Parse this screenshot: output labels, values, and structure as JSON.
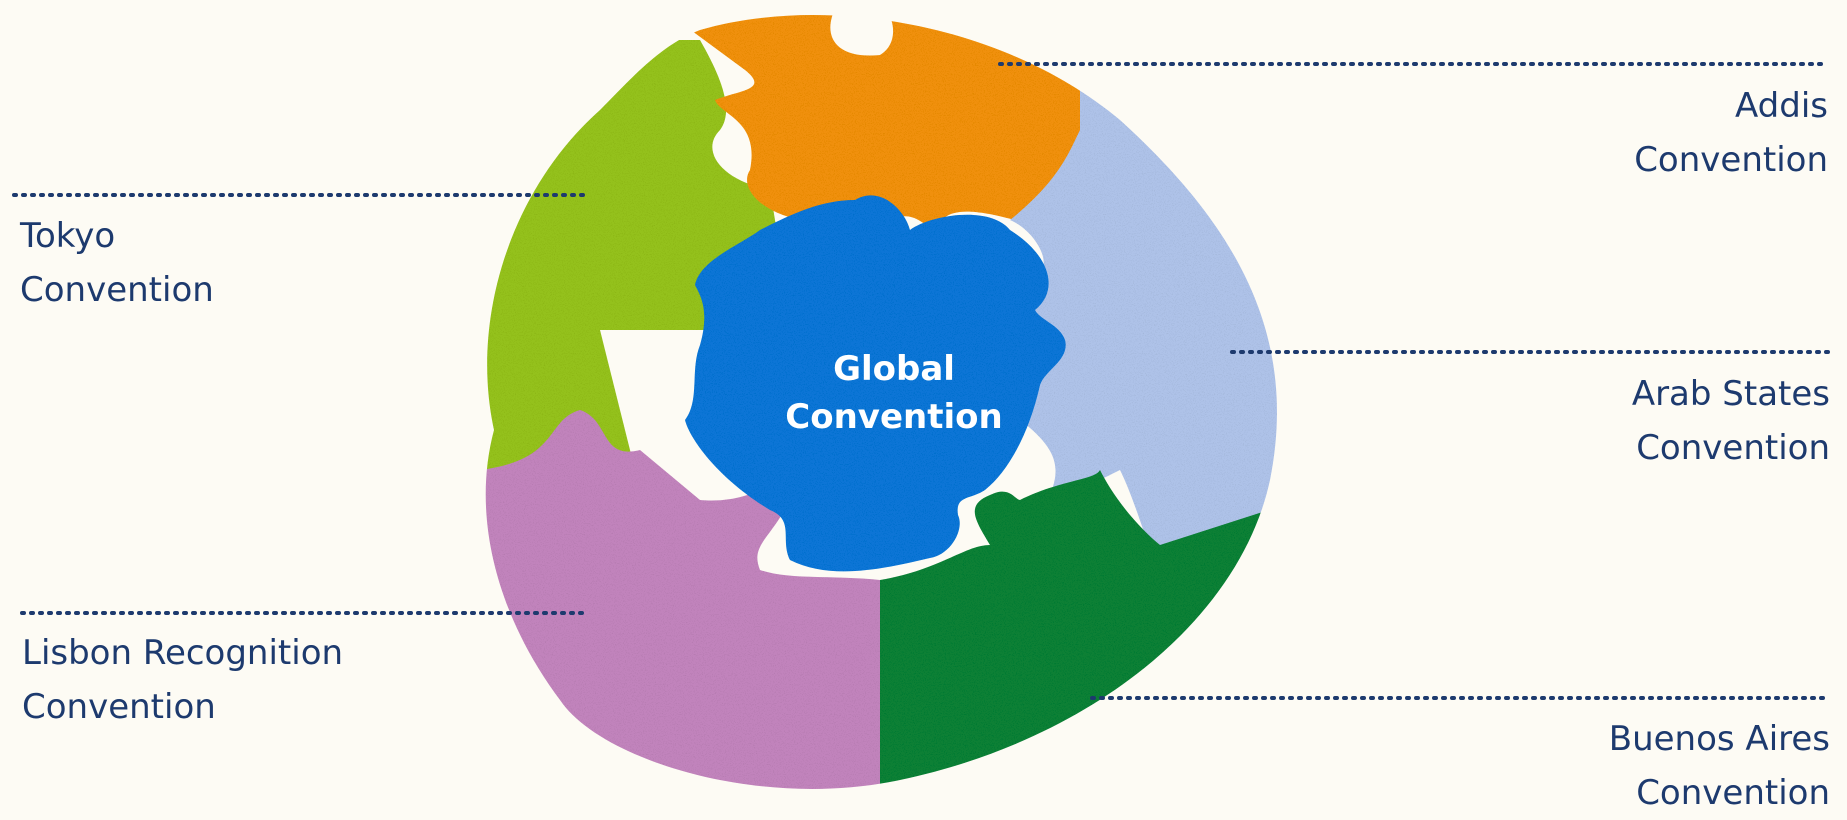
{
  "center": {
    "line1": "Global",
    "line2": "Convention"
  },
  "regions": [
    {
      "id": "addis",
      "line1": "Addis",
      "line2": "Convention",
      "color": "#f0900c"
    },
    {
      "id": "tokyo",
      "line1": "Tokyo",
      "line2": "Convention",
      "color": "#94c11f"
    },
    {
      "id": "arab",
      "line1": "Arab States",
      "line2": "Convention",
      "color": "#aec2e8"
    },
    {
      "id": "lisbon",
      "line1": "Lisbon Recognition",
      "line2": "Convention",
      "color": "#c183bc"
    },
    {
      "id": "buenos",
      "line1": "Buenos Aires",
      "line2": "Convention",
      "color": "#0b8035"
    }
  ],
  "center_color": "#0a74d6",
  "leader_color": "#1d3a6e"
}
